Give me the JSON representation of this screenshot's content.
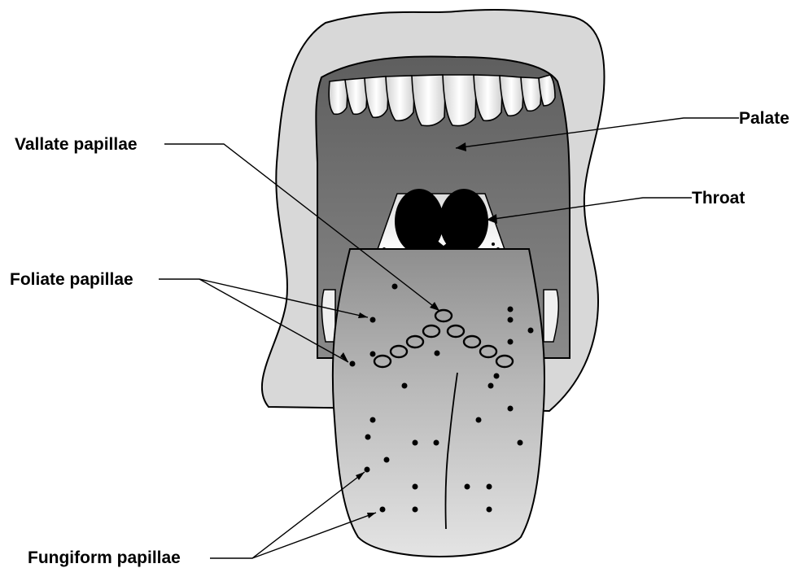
{
  "labels": {
    "palate": "Palate",
    "throat": "Throat",
    "vallate": "Vallate papillae",
    "foliate": "Foliate papillae",
    "fungiform": "Fungiform papillae"
  },
  "colors": {
    "lips": "#d8d8d8",
    "mouth_dark": "#6a6a6a",
    "tongue_top": "#8c8c8c",
    "tongue_bottom": "#e2e2e2",
    "teeth": "#f2f2f2",
    "papilla": "#000000"
  }
}
